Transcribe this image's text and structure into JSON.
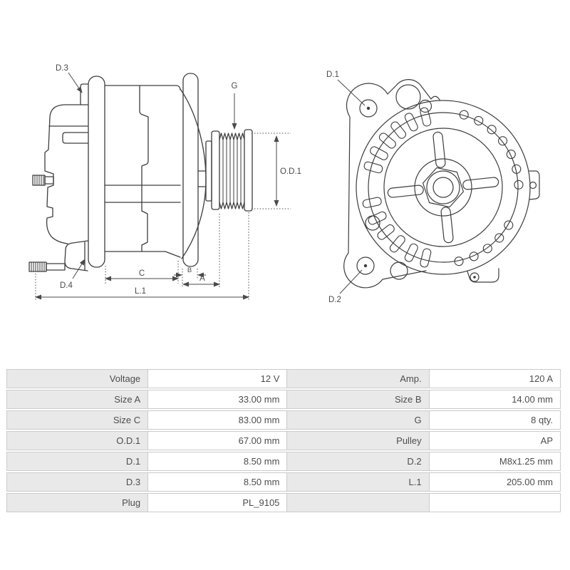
{
  "diagram": {
    "line_color": "#3d3d3d",
    "label_color": "#4a4a4a",
    "side_view": {
      "labels": {
        "d3": "D.3",
        "d4": "D.4",
        "g": "G",
        "od1": "O.D.1",
        "c": "C",
        "b": "B",
        "a": "A",
        "l1": "L.1"
      }
    },
    "front_view": {
      "labels": {
        "d1": "D.1",
        "d2": "D.2"
      }
    }
  },
  "spec_table": {
    "label_bg": "#e9e9e9",
    "border_color": "#cbcbcb",
    "text_color": "#4d4d4d",
    "rows": [
      {
        "c0": "Voltage",
        "c1": "12 V",
        "c2": "Amp.",
        "c3": "120 A"
      },
      {
        "c0": "Size A",
        "c1": "33.00 mm",
        "c2": "Size B",
        "c3": "14.00 mm"
      },
      {
        "c0": "Size C",
        "c1": "83.00 mm",
        "c2": "G",
        "c3": "8 qty."
      },
      {
        "c0": "O.D.1",
        "c1": "67.00 mm",
        "c2": "Pulley",
        "c3": "AP"
      },
      {
        "c0": "D.1",
        "c1": "8.50 mm",
        "c2": "D.2",
        "c3": "M8x1.25 mm"
      },
      {
        "c0": "D.3",
        "c1": "8.50 mm",
        "c2": "L.1",
        "c3": "205.00 mm"
      },
      {
        "c0": "Plug",
        "c1": "PL_9105",
        "c2": "",
        "c3": ""
      }
    ]
  }
}
